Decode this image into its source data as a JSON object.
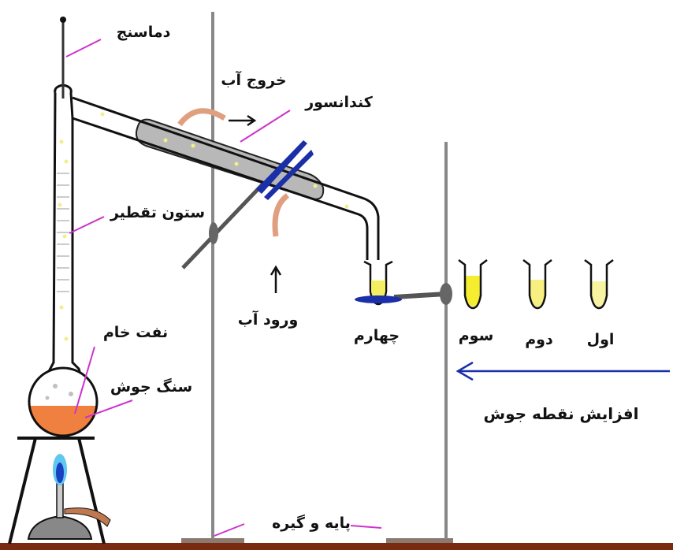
{
  "labels": {
    "thermometer": "دماسنج",
    "water_out": "خروج آب",
    "condenser": "کندانسور",
    "column": "ستون تقطیر",
    "water_in": "ورود آب",
    "crude_oil": "نفت خام",
    "boiling_stone": "سنگ جوش",
    "stand_clamp": "پایه و گیره",
    "increase_bp": "افزایش نقطه جوش"
  },
  "fractions": [
    "چهارم",
    "سوم",
    "دوم",
    "اول"
  ],
  "colors": {
    "pointer": "#cc33cc",
    "clamp": "#1a2fa8",
    "arrow": "#1a2fa8",
    "hose": "#e0a080",
    "liquid": "#f08040",
    "fraction": "#f5ee60",
    "stand": "#888888",
    "base": "#7a2a10"
  }
}
